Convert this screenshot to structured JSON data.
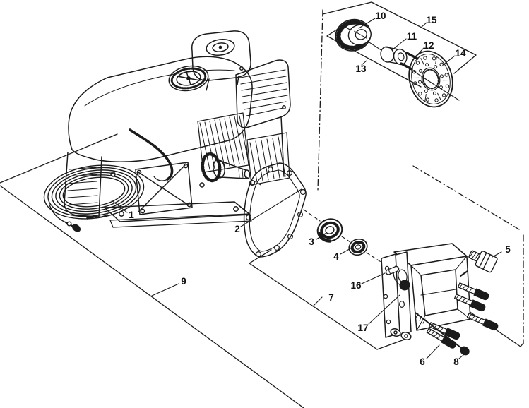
{
  "figure": {
    "kind": "exploded-parts-diagram",
    "subject": "small engine with gear housing, drive gear group and hardware",
    "background": "#ffffff",
    "ink": "#1b1b1b",
    "callout_count": 17
  },
  "callouts": [
    {
      "number": "1",
      "part": "cable-coil"
    },
    {
      "number": "2",
      "part": "housing-gasket"
    },
    {
      "number": "3",
      "part": "ball-bearing"
    },
    {
      "number": "4",
      "part": "oil-seal"
    },
    {
      "number": "5",
      "part": "plug-fitting"
    },
    {
      "number": "6",
      "part": "hex-bolt"
    },
    {
      "number": "7",
      "part": "group-boundary-frame"
    },
    {
      "number": "8",
      "part": "long-bolt"
    },
    {
      "number": "9",
      "part": "group-boundary-frame"
    },
    {
      "number": "10",
      "part": "drive-gear"
    },
    {
      "number": "11",
      "part": "spacer-sleeve"
    },
    {
      "number": "12",
      "part": "drive-pins"
    },
    {
      "number": "13",
      "part": "inner-boundary-frame"
    },
    {
      "number": "14",
      "part": "perforated-disc"
    },
    {
      "number": "15",
      "part": "outer-boundary-frame"
    },
    {
      "number": "16",
      "part": "dowel-pin"
    },
    {
      "number": "17",
      "part": "plug-button"
    }
  ]
}
